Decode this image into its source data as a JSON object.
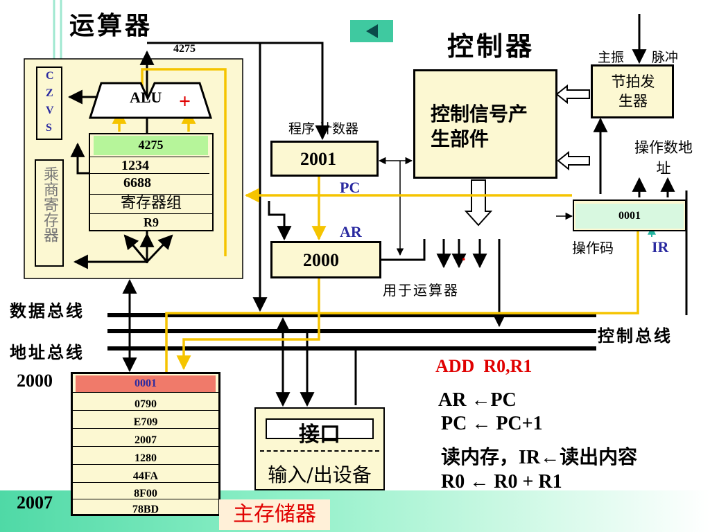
{
  "alu_section": {
    "title": "运算器",
    "output_value": "4275",
    "flags": [
      "C",
      "Z",
      "V",
      "S"
    ],
    "alu_label": "ALU",
    "plus_sign": "+",
    "mul_div_reg": "乘商寄存器",
    "register_group_label": "寄存器组",
    "registers": [
      "4275",
      "1234",
      "6688",
      "R9"
    ]
  },
  "control_section": {
    "title": "控制器",
    "signal_unit": "控制信号产生部件",
    "clock_unit": "节拍发生器",
    "main_osc": "主振",
    "pulse": "脉冲",
    "pc_caption": "程序 计数器",
    "pc_value": "2001",
    "pc_label": "PC",
    "ar_value": "2000",
    "ar_label": "AR",
    "operand_address": "操作数地址",
    "ir_value": "0001",
    "opcode_label": "操作码",
    "ir_label": "IR",
    "for_alu": "用于运算器",
    "dot": "."
  },
  "buses": {
    "data_bus": "数据总线",
    "address_bus": "地址总线",
    "control_bus": "控制总线"
  },
  "memory": {
    "start_addr": "2000",
    "end_addr": "2007",
    "cells": [
      "0001",
      "0790",
      "E709",
      "2007",
      "1280",
      "44FA",
      "8F00",
      "78BD"
    ],
    "label": "主存储器"
  },
  "io": {
    "interface": "接口",
    "device": "输入/出设备"
  },
  "instruction": {
    "title": "ADD  R0,R1",
    "steps": [
      "AR ←PC",
      "PC ← PC+1",
      "读内存，IR←读出内容",
      "R0 ← R0 + R1"
    ]
  },
  "colors": {
    "accent_red": "#e00000",
    "highlight_yellow": "#f5c400",
    "box_fill": "#fcf8d2",
    "green_cell": "#b6f59a",
    "pc_label_blue": "#2a2aa0",
    "teal_button": "#3fc9a0"
  },
  "icons": {
    "nav_button": "play-left-icon"
  }
}
